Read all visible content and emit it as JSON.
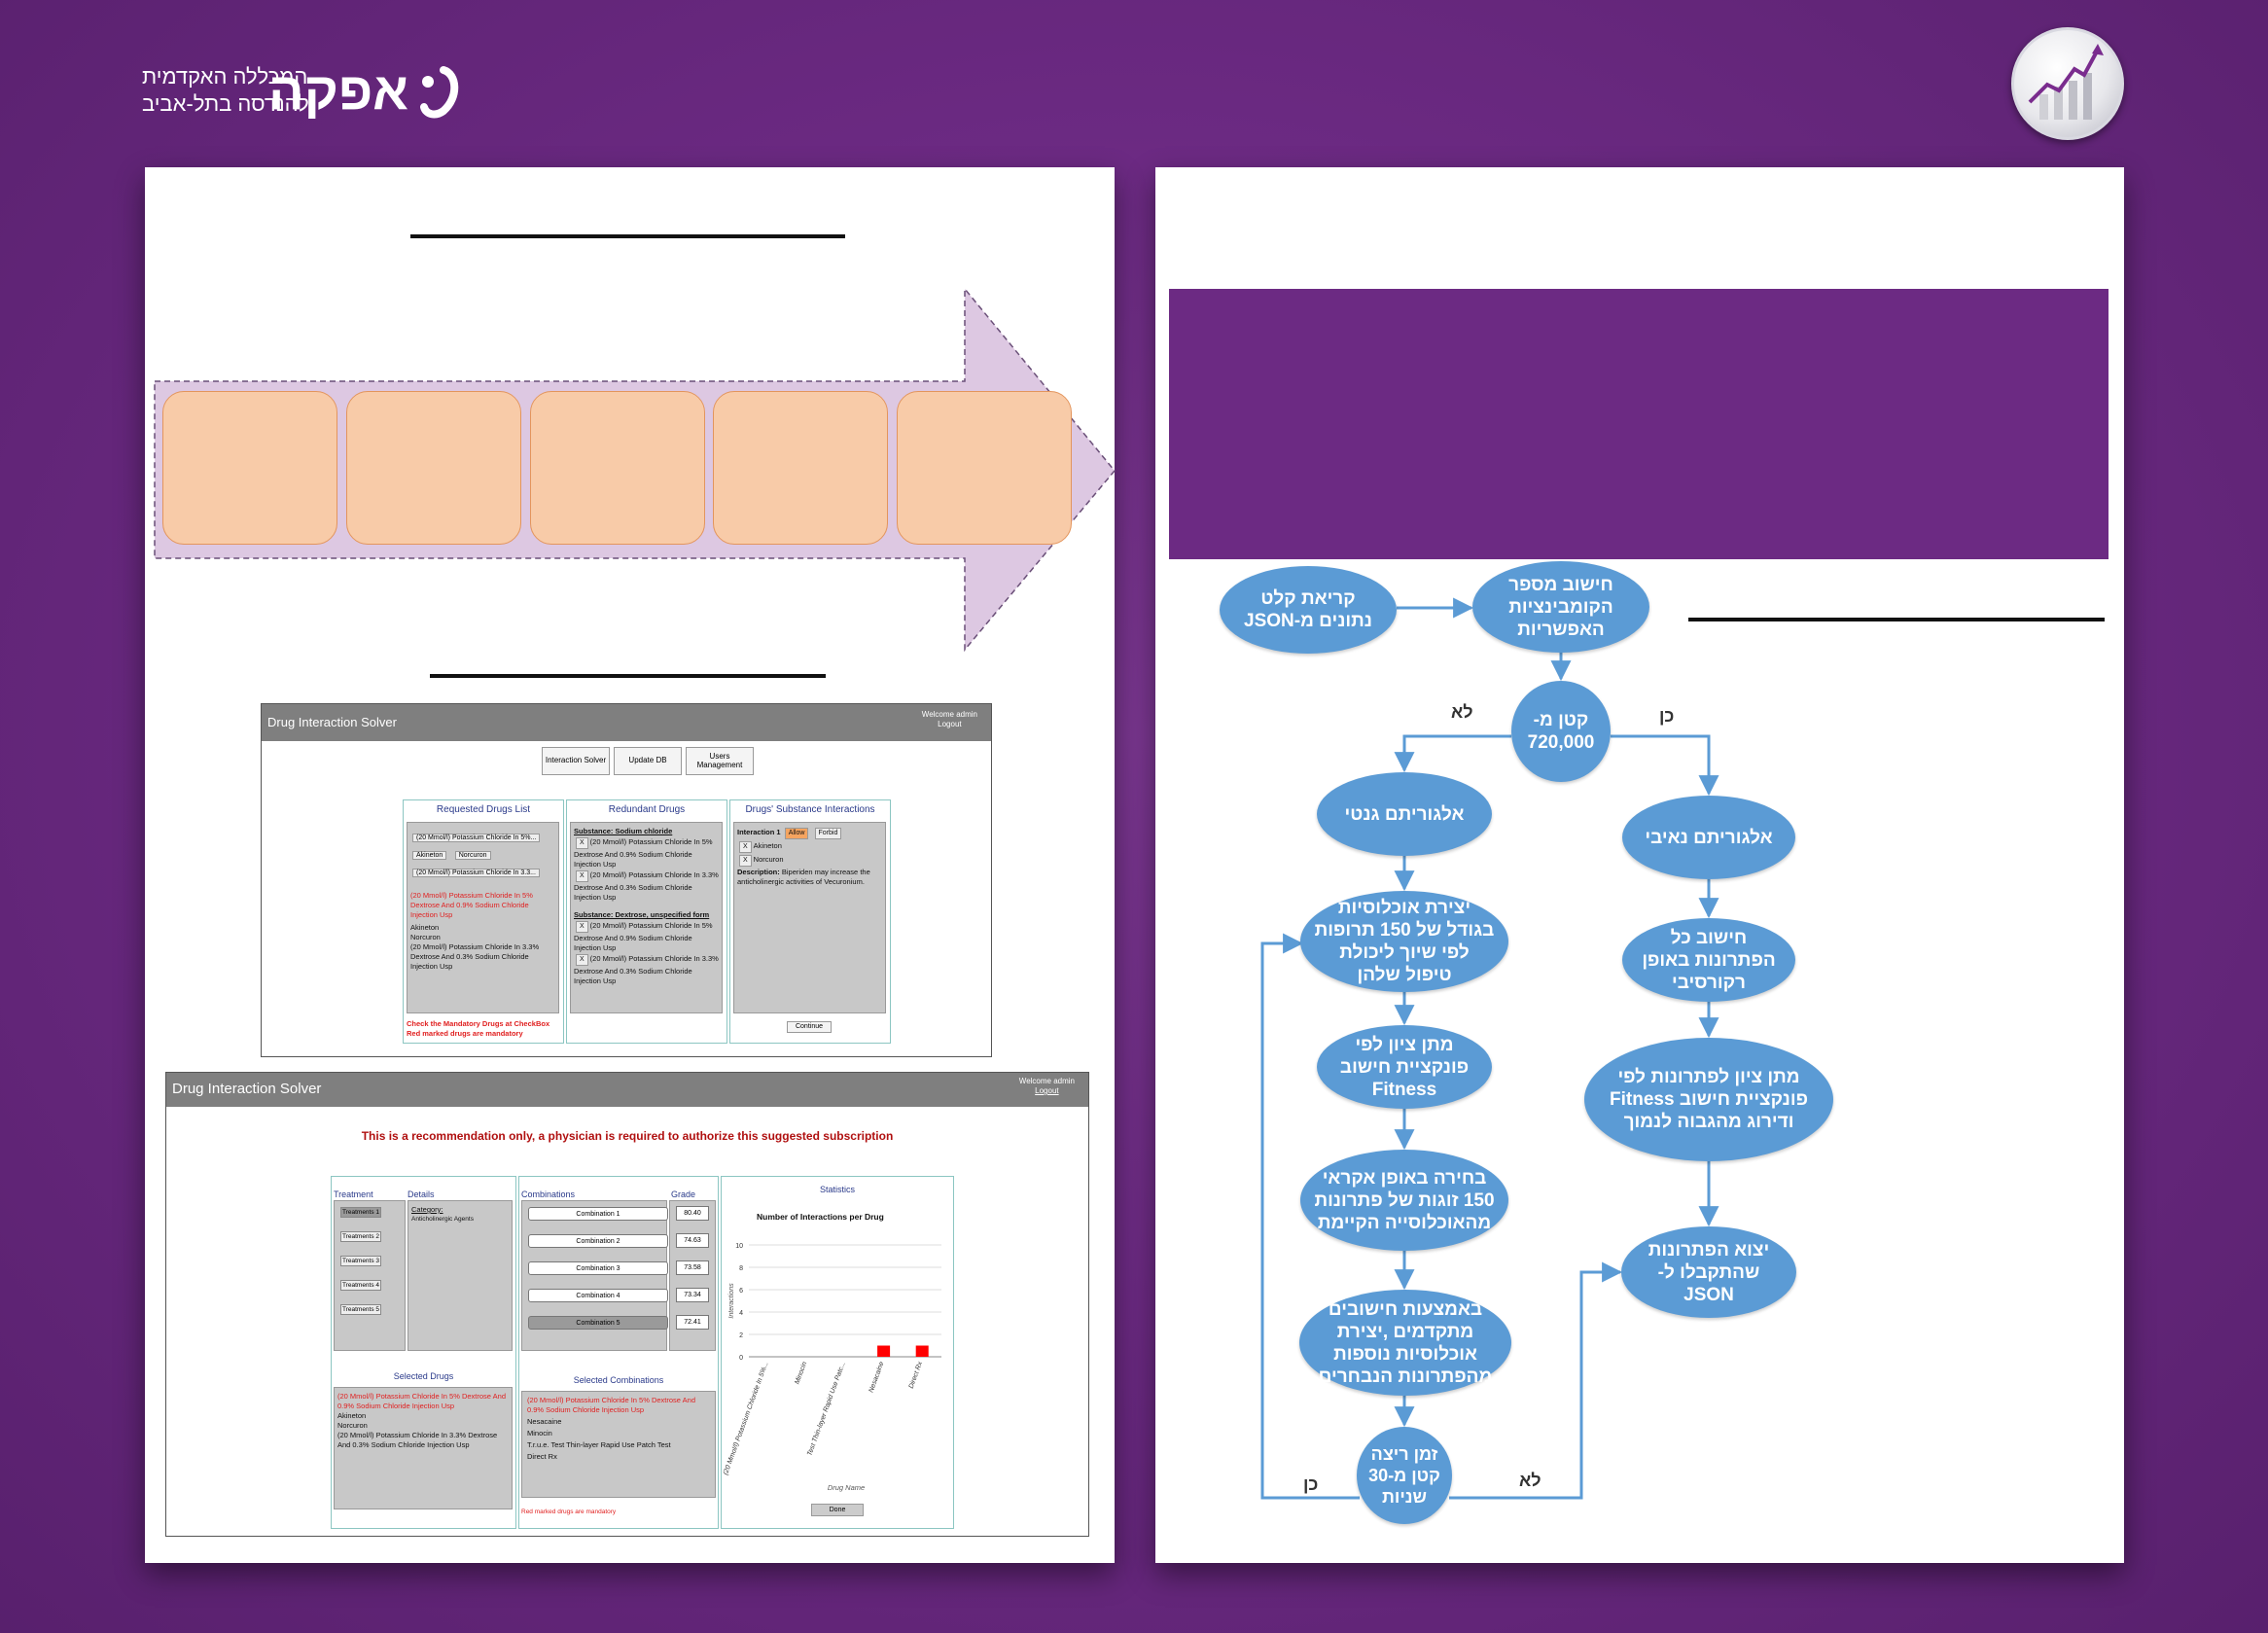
{
  "header": {
    "logo_main": "אפקה",
    "logo_line1": "המכללה האקדמית",
    "logo_line2": "להנדסה בתל-אביב"
  },
  "app_top": {
    "title": "Drug Interaction Solver",
    "welcome": "Welcome admin",
    "logout": "Logout",
    "nav": [
      "Interaction Solver",
      "Update DB",
      "Users Management"
    ],
    "requested_header": "Requested Drugs List",
    "requested_tags": [
      "(20 Mmol/l) Potassium Chloride In 5%...",
      "Akineton",
      "Norcuron",
      "(20 Mmol/l) Potassium Chloride In 3.3..."
    ],
    "requested_red": "(20 Mmol/l) Potassium Chloride In 5% Dextrose And 0.9% Sodium Chloride Injection Usp",
    "requested_items": [
      "Akineton",
      "Norcuron",
      "(20 Mmol/l) Potassium Chloride In 3.3% Dextrose And 0.3% Sodium Chloride Injection Usp"
    ],
    "requested_footer1": "Check the Mandatory Drugs at CheckBox",
    "requested_footer2": "Red marked drugs are mandatory",
    "redundant_header": "Redundant Drugs",
    "sub1": "Substance: Sodium chloride",
    "sub1_item1": "(20 Mmol/l) Potassium Chloride In 5% Dextrose And 0.9% Sodium Chloride Injection Usp",
    "sub1_item2": "(20 Mmol/l) Potassium Chloride In 3.3% Dextrose And 0.3% Sodium Chloride Injection Usp",
    "sub2": "Substance: Dextrose, unspecified form",
    "sub2_item1": "(20 Mmol/l) Potassium Chloride In 5% Dextrose And 0.9% Sodium Chloride Injection Usp",
    "sub2_item2": "(20 Mmol/l) Potassium Chloride In 3.3% Dextrose And 0.3% Sodium Chloride Injection Usp",
    "interactions_header": "Drugs' Substance Interactions",
    "interaction_label": "Interaction 1",
    "allow": "Allow",
    "forbid": "Forbid",
    "int_drug1": "Akineton",
    "int_drug2": "Norcuron",
    "desc_label": "Description:",
    "desc_text": "Biperiden may increase the anticholinergic activities of Vecuronium.",
    "continue": "Continue",
    "x_mark": "X"
  },
  "app_bottom": {
    "title": "Drug Interaction Solver",
    "welcome": "Welcome admin",
    "logout": "Logout",
    "notice": "This is a recommendation only, a physician is required to authorize this suggested subscription",
    "treatment_label": "Treatment",
    "details_label": "Details",
    "treatments": [
      "Treatments 1",
      "Treatments 2",
      "Treatments 3",
      "Treatments 4",
      "Treatments 5"
    ],
    "category_label": "Category:",
    "category_value": "Anticholinergic Agents",
    "combinations_label": "Combinations",
    "grade_label": "Grade",
    "combinations": [
      "Combination 1",
      "Combination 2",
      "Combination 3",
      "Combination 4",
      "Combination 5"
    ],
    "grades": [
      "80.40",
      "74.63",
      "73.58",
      "73.34",
      "72.41"
    ],
    "statistics_label": "Statistics",
    "selected_drugs_label": "Selected Drugs",
    "selected_drugs_red": "(20 Mmol/l) Potassium Chloride In 5% Dextrose And 0.9% Sodium Chloride Injection Usp",
    "selected_drugs": [
      "Akineton",
      "Norcuron",
      "(20 Mmol/l) Potassium Chloride In 3.3% Dextrose And 0.3% Sodium Chloride Injection Usp"
    ],
    "selected_combos_label": "Selected Combinations",
    "selected_combos_red": "(20 Mmol/l) Potassium Chloride In 5% Dextrose And 0.9% Sodium Chloride Injection Usp",
    "selected_combos": [
      "Nesacaine",
      "Minocin",
      "T.r.u.e. Test Thin-layer Rapid Use Patch Test",
      "Direct Rx"
    ],
    "red_note": "Red marked drugs are mandatory",
    "done": "Done"
  },
  "chart_data": {
    "type": "bar",
    "title": "Number of Interactions per Drug",
    "xlabel": "Drug Name",
    "ylabel": "Interactions",
    "categories": [
      "(20 Mmol/l) Potassium Chloride In 5%...",
      "Minocin",
      "Test Thin-layer Rapid Use Patc...",
      "Nesacaine",
      "Direct Rx"
    ],
    "values": [
      0,
      0,
      0,
      1,
      1
    ],
    "ylim": [
      0,
      10
    ],
    "yticks": [
      "0",
      "2",
      "4",
      "6",
      "8",
      "10"
    ],
    "bar_color": "#ff0000",
    "grid": true
  },
  "flowchart": {
    "nodes": {
      "read": "קריאת קלט נתונים מ-JSON",
      "count": "חישוב מספר הקומבינציות האפשריות",
      "less720": "קטן מ- 720,000",
      "genetic": "אלגוריתם גנטי",
      "naive": "אלגוריתם נאיבי",
      "population": "יצירת אוכלוסיות בגודל של 150 תרופות לפי שיוך ליכולת טיפול שלהן",
      "recursive": "חישוב כל הפתרונות באופן רקורסיבי",
      "fitness": "מתן ציון לפי פונקציית חישוב Fitness",
      "rank": "מתן ציון לפתרונות לפי פונקציית חישוב Fitness ודירוג מהגבוה לנמוך",
      "random": "בחירה באופן אקראי 150 זוגות של פתרונות מהאוכלוסייה הקיימת",
      "output": "יצוא הפתרונות שהתקבלו ל-JSON",
      "advanced": "באמצעות חישובים מתקדמים ,יצירת אוכלוסיות נוספות מהפתרונות הנבחרים",
      "runtime": "זמן ריצה קטן מ-30 שניות"
    },
    "labels": {
      "no": "לא",
      "yes": "כן"
    }
  }
}
